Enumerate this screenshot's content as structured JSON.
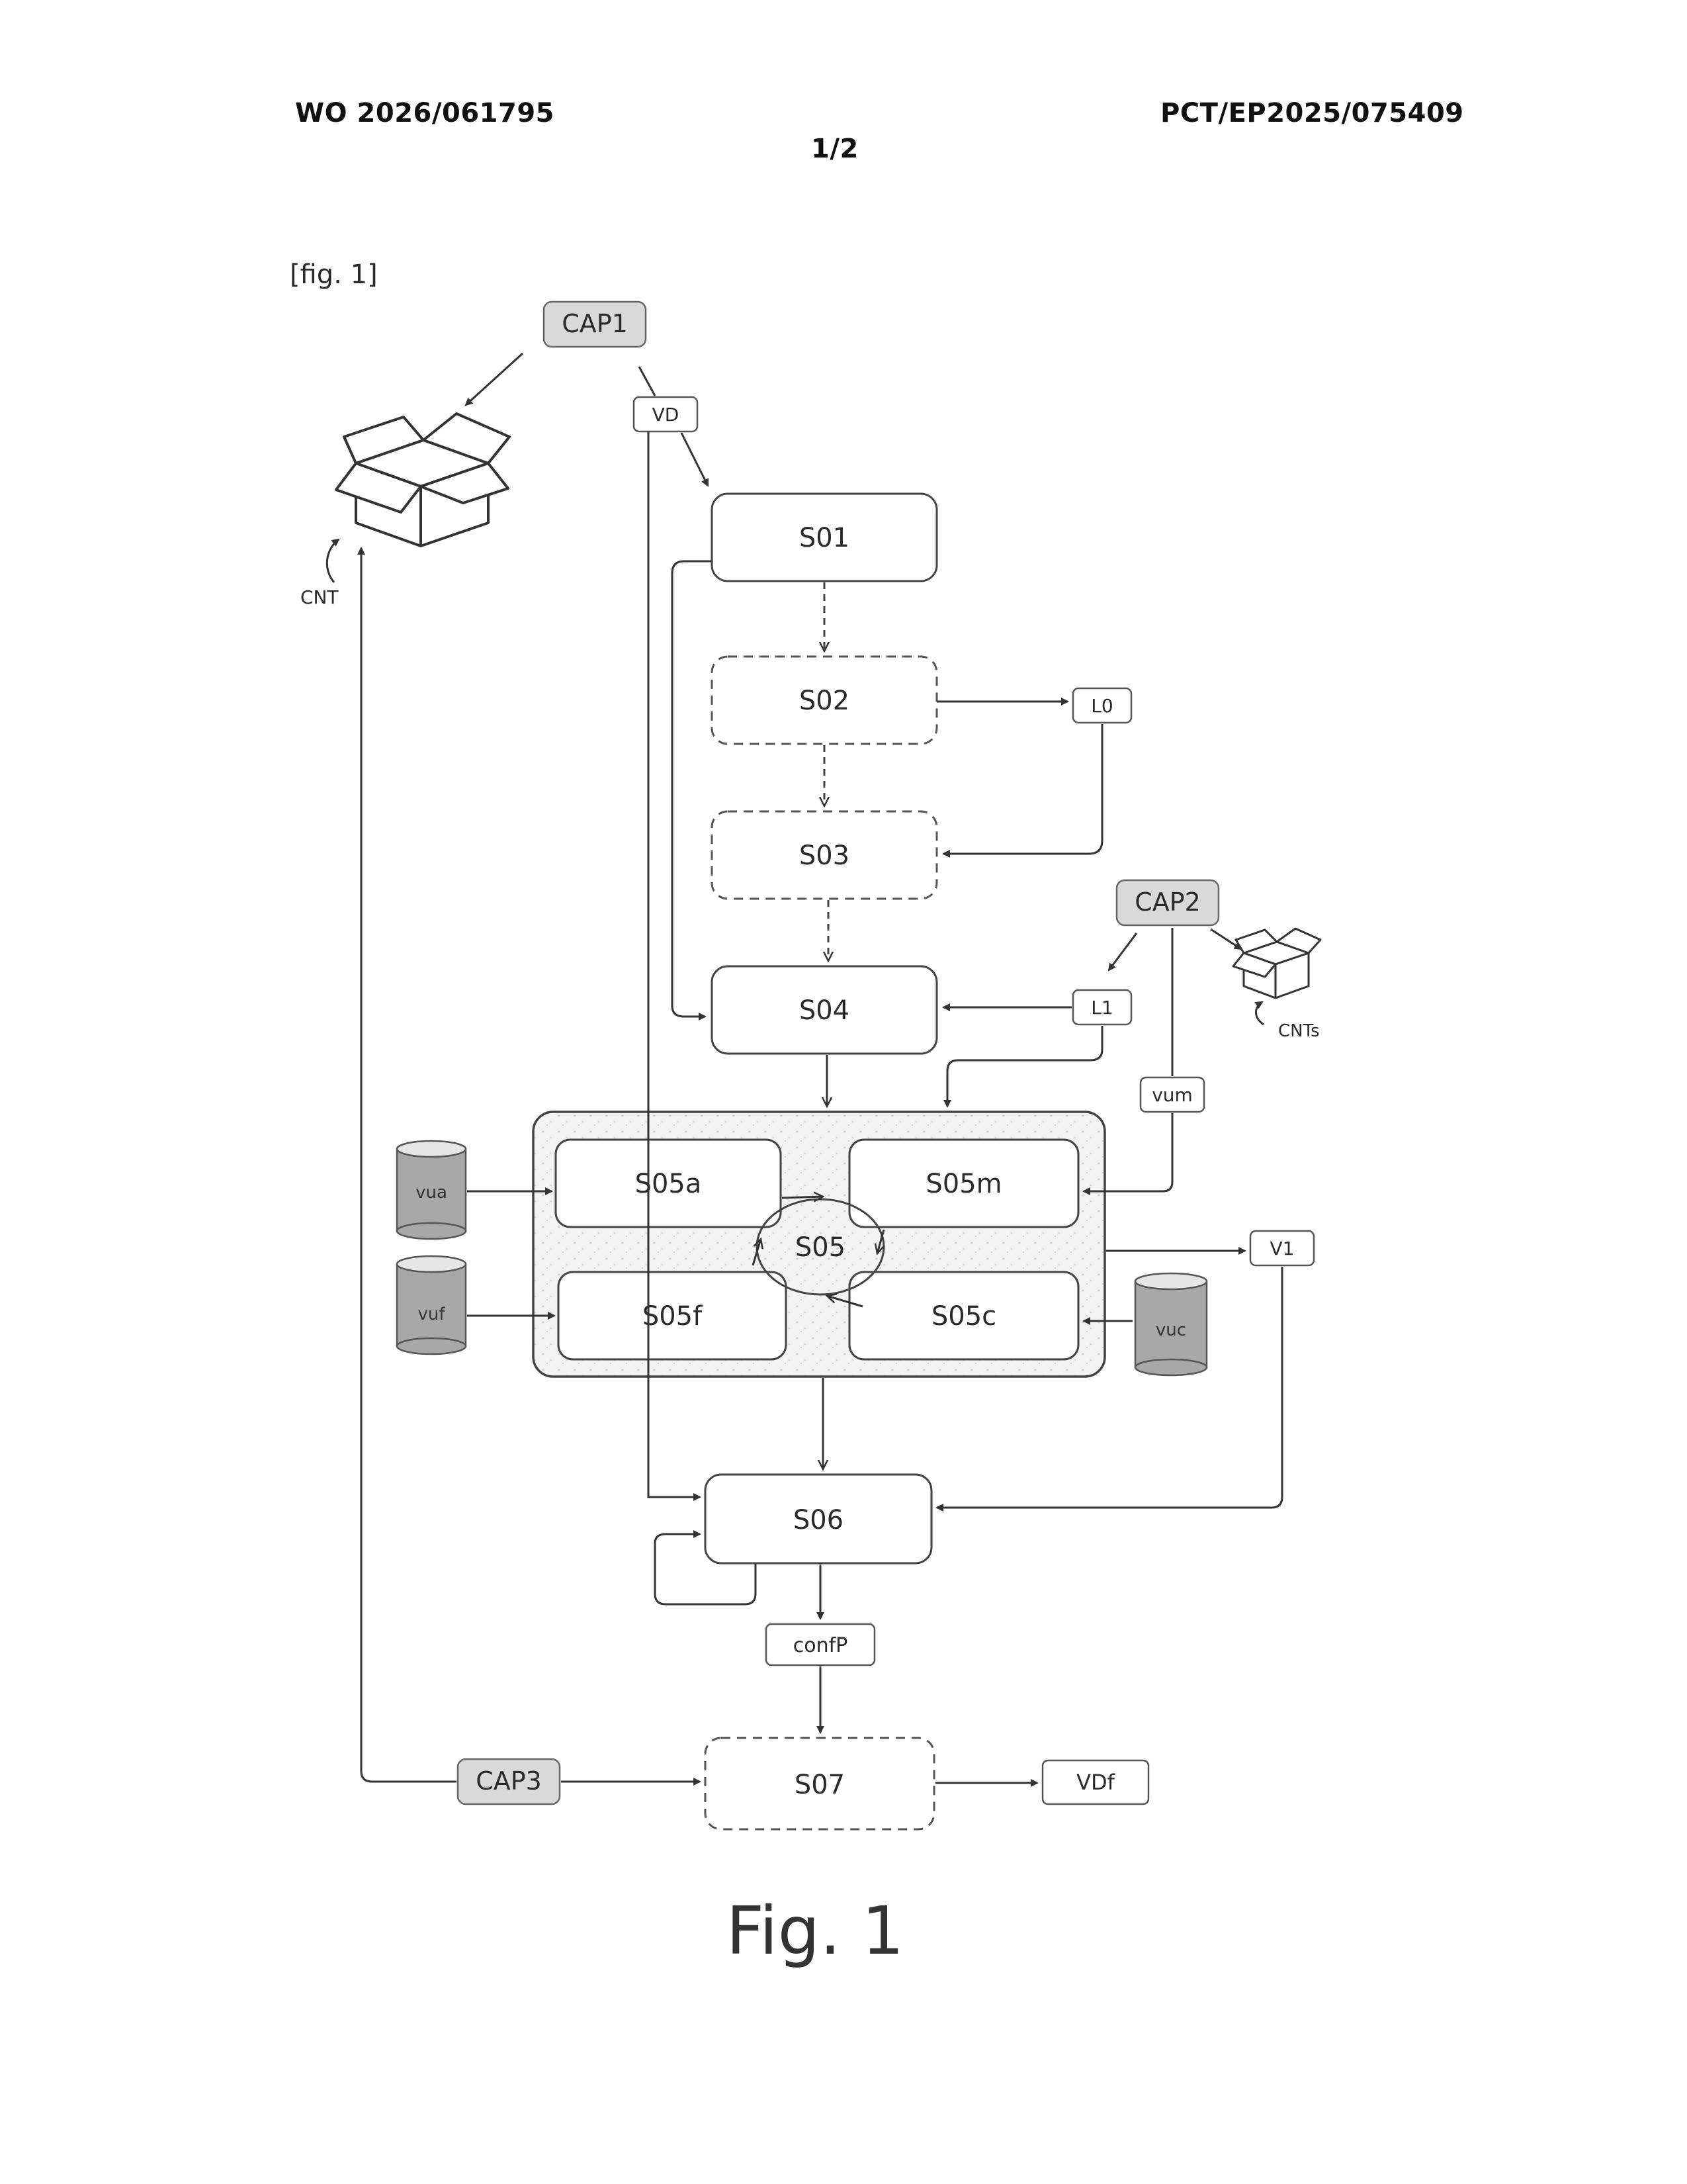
{
  "header": {
    "publication_number": "WO 2026/061795",
    "application_number": "PCT/EP2025/075409",
    "sheet": "1/2"
  },
  "figure_label": "[fig. 1]",
  "caption": "Fig. 1",
  "diagram": {
    "steps": {
      "s01": "S01",
      "s02": "S02",
      "s03": "S03",
      "s04": "S04",
      "s05": "S05",
      "s05a": "S05a",
      "s05m": "S05m",
      "s05f": "S05f",
      "s05c": "S05c",
      "s06": "S06",
      "s07": "S07"
    },
    "captures": {
      "cap1": "CAP1",
      "cap2": "CAP2",
      "cap3": "CAP3"
    },
    "tags": {
      "vd": "VD",
      "l0": "L0",
      "l1": "L1",
      "vum": "vum",
      "v1": "V1",
      "confp": "confP",
      "vdf": "VDf"
    },
    "databases": {
      "vua": "vua",
      "vuf": "vuf",
      "vuc": "vuc"
    },
    "containers": {
      "cnt": "CNT",
      "cnts": "CNTs"
    }
  }
}
